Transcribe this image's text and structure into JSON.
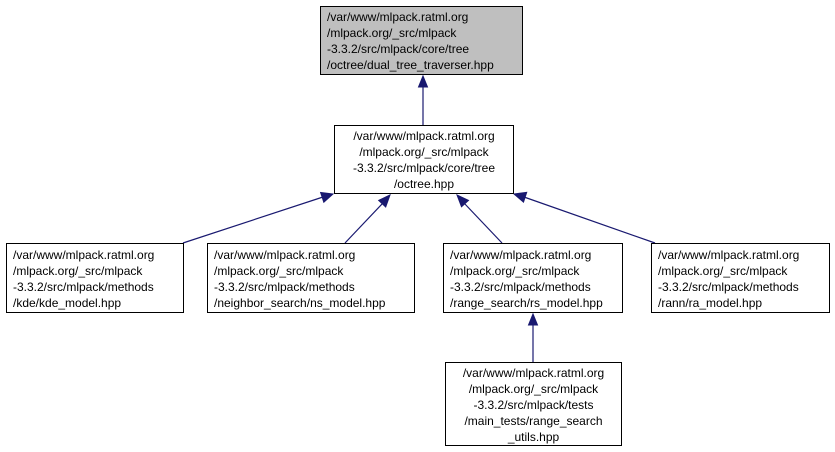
{
  "diagram": {
    "nodes": [
      {
        "id": "root",
        "lines": [
          "/var/www/mlpack.ratml.org",
          "/mlpack.org/_src/mlpack",
          "-3.3.2/src/mlpack/core/tree",
          "/octree/dual_tree_traverser.hpp"
        ],
        "highlighted": true
      },
      {
        "id": "oct",
        "lines": [
          "/var/www/mlpack.ratml.org",
          "/mlpack.org/_src/mlpack",
          "-3.3.2/src/mlpack/core/tree",
          "/octree.hpp"
        ]
      },
      {
        "id": "kde",
        "lines": [
          "/var/www/mlpack.ratml.org",
          "/mlpack.org/_src/mlpack",
          "-3.3.2/src/mlpack/methods",
          "/kde/kde_model.hpp"
        ]
      },
      {
        "id": "ns",
        "lines": [
          "/var/www/mlpack.ratml.org",
          "/mlpack.org/_src/mlpack",
          "-3.3.2/src/mlpack/methods",
          "/neighbor_search/ns_model.hpp"
        ]
      },
      {
        "id": "rs",
        "lines": [
          "/var/www/mlpack.ratml.org",
          "/mlpack.org/_src/mlpack",
          "-3.3.2/src/mlpack/methods",
          "/range_search/rs_model.hpp"
        ]
      },
      {
        "id": "ra",
        "lines": [
          "/var/www/mlpack.ratml.org",
          "/mlpack.org/_src/mlpack",
          "-3.3.2/src/mlpack/methods",
          "/rann/ra_model.hpp"
        ]
      },
      {
        "id": "rsu",
        "lines": [
          "/var/www/mlpack.ratml.org",
          "/mlpack.org/_src/mlpack",
          "-3.3.2/src/mlpack/tests",
          "/main_tests/range_search",
          "_utils.hpp"
        ]
      }
    ],
    "edges": [
      {
        "from": "oct",
        "to": "root"
      },
      {
        "from": "kde",
        "to": "oct"
      },
      {
        "from": "ns",
        "to": "oct"
      },
      {
        "from": "rs",
        "to": "oct"
      },
      {
        "from": "ra",
        "to": "oct"
      },
      {
        "from": "rsu",
        "to": "rs"
      }
    ],
    "colors": {
      "edge": "#191970",
      "highlight_fill": "#bfbfbf",
      "node_fill": "#ffffff",
      "border": "#000000"
    }
  }
}
